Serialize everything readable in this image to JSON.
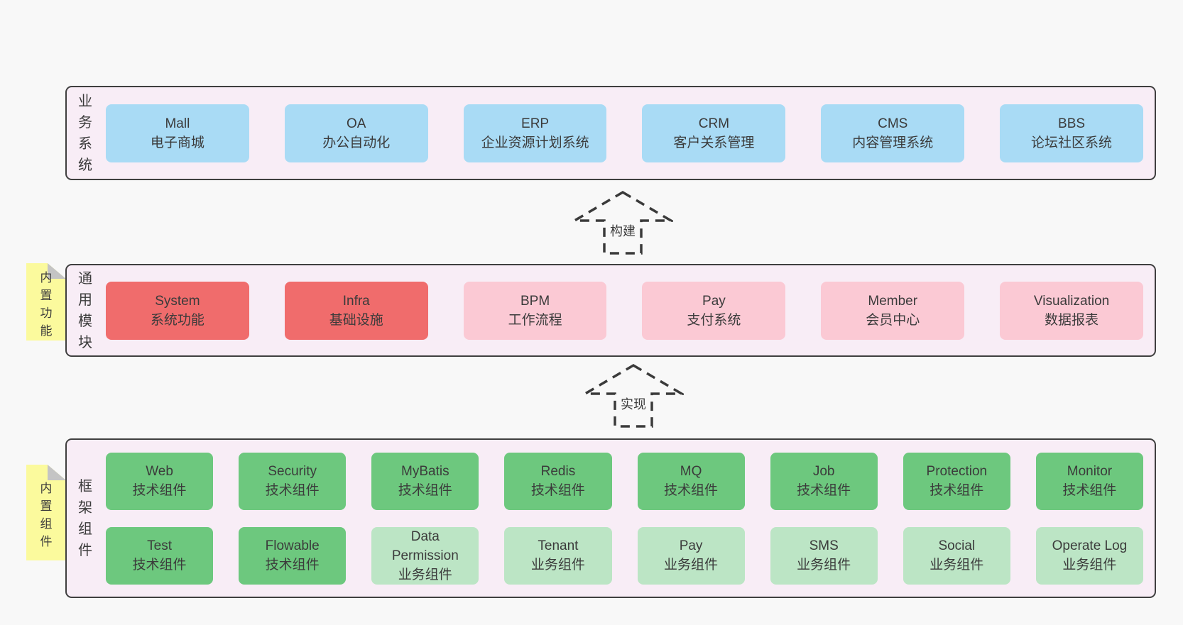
{
  "colors": {
    "page_background": "#f8f8f8",
    "layer_background": "#f8edf6",
    "layer_border": "#3f3f3f",
    "blue_box": "#a9dbf5",
    "red_box": "#f06c6c",
    "pink_box": "#fbc9d4",
    "green_dark_box": "#6dc87e",
    "green_light_box": "#bce5c5",
    "sticky_yellow": "#fbfa9d",
    "sticky_fold_gray": "#c4c4c4",
    "text": "#3b3b3b"
  },
  "stickies": [
    {
      "label": "内置功能"
    },
    {
      "label": "内置组件"
    }
  ],
  "arrows": [
    {
      "label": "构建"
    },
    {
      "label": "实现"
    }
  ],
  "layers": [
    {
      "side_label": "业务系统",
      "boxes": [
        {
          "title": "Mall",
          "subtitle": "电子商城"
        },
        {
          "title": "OA",
          "subtitle": "办公自动化"
        },
        {
          "title": "ERP",
          "subtitle": "企业资源计划系统"
        },
        {
          "title": "CRM",
          "subtitle": "客户关系管理"
        },
        {
          "title": "CMS",
          "subtitle": "内容管理系统"
        },
        {
          "title": "BBS",
          "subtitle": "论坛社区系统"
        }
      ]
    },
    {
      "side_label": "通用模块",
      "boxes": [
        {
          "title": "System",
          "subtitle": "系统功能"
        },
        {
          "title": "Infra",
          "subtitle": "基础设施"
        },
        {
          "title": "BPM",
          "subtitle": "工作流程"
        },
        {
          "title": "Pay",
          "subtitle": "支付系统"
        },
        {
          "title": "Member",
          "subtitle": "会员中心"
        },
        {
          "title": "Visualization",
          "subtitle": "数据报表"
        }
      ]
    },
    {
      "side_label": "框架组件",
      "rows": [
        [
          {
            "title": "Web",
            "subtitle": "技术组件"
          },
          {
            "title": "Security",
            "subtitle": "技术组件"
          },
          {
            "title": "MyBatis",
            "subtitle": "技术组件"
          },
          {
            "title": "Redis",
            "subtitle": "技术组件"
          },
          {
            "title": "MQ",
            "subtitle": "技术组件"
          },
          {
            "title": "Job",
            "subtitle": "技术组件"
          },
          {
            "title": "Protection",
            "subtitle": "技术组件"
          },
          {
            "title": "Monitor",
            "subtitle": "技术组件"
          }
        ],
        [
          {
            "title": "Test",
            "subtitle": "技术组件"
          },
          {
            "title": "Flowable",
            "subtitle": "技术组件"
          },
          {
            "title": "Data Permission",
            "subtitle": "业务组件"
          },
          {
            "title": "Tenant",
            "subtitle": "业务组件"
          },
          {
            "title": "Pay",
            "subtitle": "业务组件"
          },
          {
            "title": "SMS",
            "subtitle": "业务组件"
          },
          {
            "title": "Social",
            "subtitle": "业务组件"
          },
          {
            "title": "Operate Log",
            "subtitle": "业务组件"
          }
        ]
      ]
    }
  ]
}
